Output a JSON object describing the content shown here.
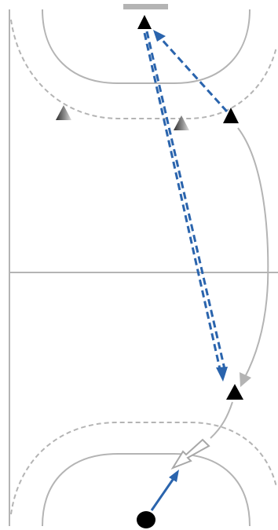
{
  "diagram": {
    "kind": "handball-court-drill",
    "colors": {
      "court_lines": "#b4b4b4",
      "goal": "#b4b4b4",
      "pass_arrow": "#2a64ad",
      "player": "#000000",
      "cone": "#777777",
      "run_path": "#b4b4b4",
      "dribble_outline": "#a8a8a8"
    },
    "elements": [
      {
        "id": "goal-top",
        "type": "goal"
      },
      {
        "id": "player-goalkeeper",
        "type": "player-triangle"
      },
      {
        "id": "player-right-back",
        "type": "player-triangle"
      },
      {
        "id": "player-pivot-low",
        "type": "player-triangle"
      },
      {
        "id": "cone-left",
        "type": "cone"
      },
      {
        "id": "cone-center",
        "type": "cone"
      },
      {
        "id": "ball",
        "type": "ball"
      }
    ],
    "actions": [
      {
        "id": "pass-1",
        "type": "pass",
        "from": "player-right-back",
        "to": "player-goalkeeper"
      },
      {
        "id": "pass-2",
        "type": "pass",
        "from": "player-goalkeeper",
        "to": "player-pivot-low"
      },
      {
        "id": "pass-3",
        "type": "pass",
        "from": "player-pivot-low",
        "to": "player-goalkeeper"
      },
      {
        "id": "run-1",
        "type": "run",
        "from": "player-right-back",
        "to": "player-pivot-low"
      },
      {
        "id": "dribble-1",
        "type": "dribble",
        "from": "player-pivot-low"
      },
      {
        "id": "ball-pass",
        "type": "pass",
        "from": "ball"
      }
    ]
  }
}
